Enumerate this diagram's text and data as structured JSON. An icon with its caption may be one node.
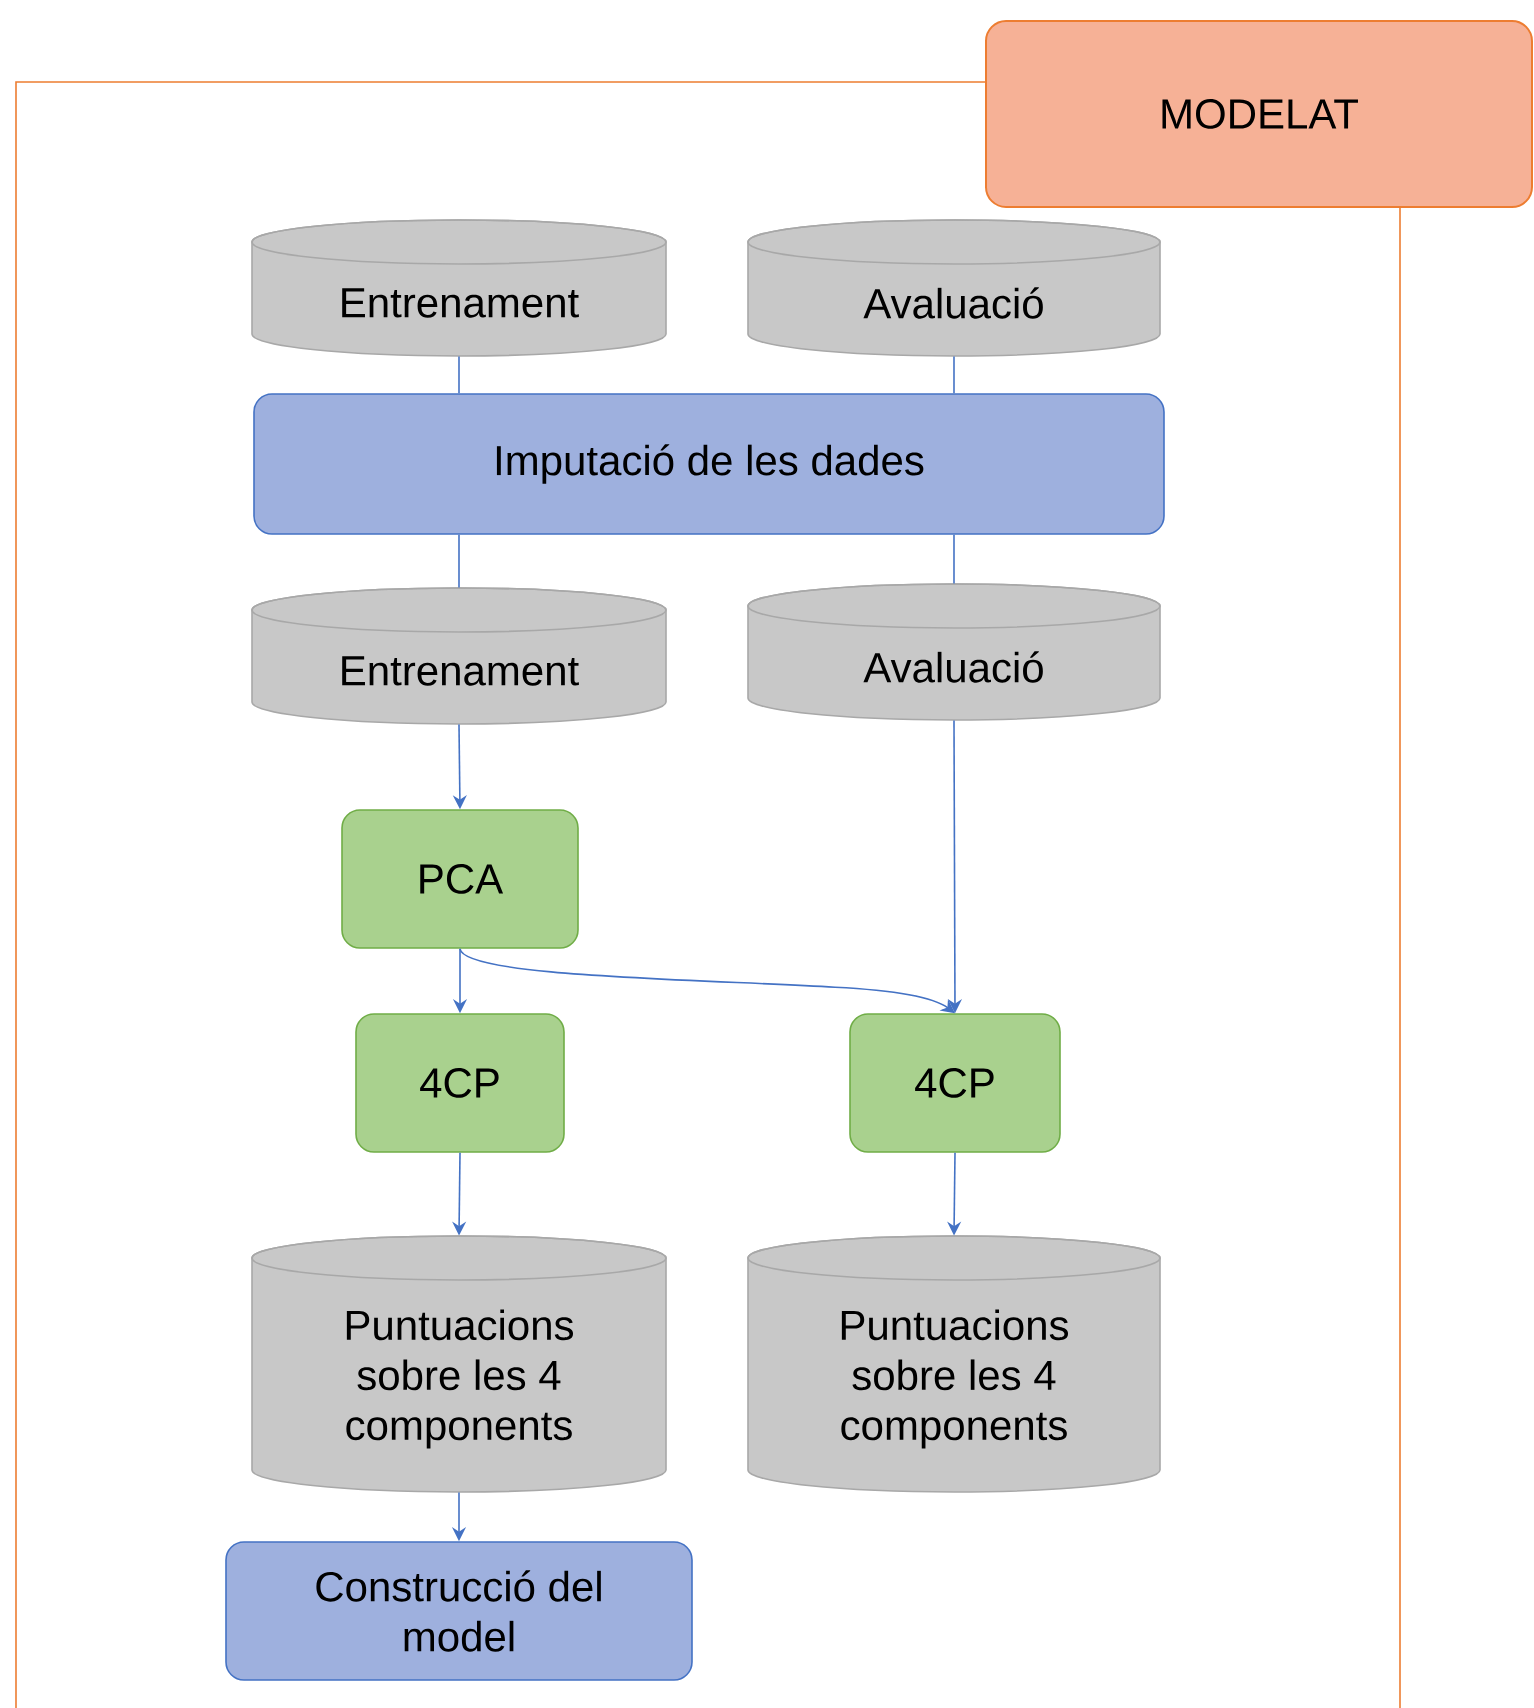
{
  "diagram": {
    "nodes": [
      {
        "text": [
          "MODELAT"
        ]
      },
      {
        "text": [
          "Entrenament"
        ],
        "in": 0
      },
      {
        "text": [
          "Avaluació"
        ],
        "in": 0
      },
      {
        "text": [
          "Imputació de les dades"
        ],
        "in": 0
      },
      {
        "text": [
          "Entrenament"
        ],
        "in": 0
      },
      {
        "text": [
          "Avaluació"
        ],
        "in": 0
      },
      {
        "text": [
          "PCA"
        ],
        "in": 0
      },
      {
        "text": [
          "4CP"
        ],
        "in": 0
      },
      {
        "text": [
          "4CP"
        ],
        "in": 0
      },
      {
        "text": [
          "Puntuacions sobre les 4 components"
        ],
        "in": 0
      },
      {
        "text": [
          "Puntuacions sobre les 4 components"
        ],
        "in": 0
      },
      {
        "text": [
          "Construcció del model"
        ],
        "in": 0
      }
    ],
    "edges": [
      {
        "from": 1,
        "to": 3,
        "arrow": "none"
      },
      {
        "from": 2,
        "to": 3,
        "arrow": "none"
      },
      {
        "from": 3,
        "to": 4,
        "arrow": "none"
      },
      {
        "from": 3,
        "to": 5,
        "arrow": "none"
      },
      {
        "from": 4,
        "to": 6,
        "arrow": "to"
      },
      {
        "from": 6,
        "to": 7,
        "arrow": "to"
      },
      {
        "from": 6,
        "to": 8,
        "arrow": "to"
      },
      {
        "from": 5,
        "to": 8,
        "arrow": "to"
      },
      {
        "from": 7,
        "to": 9,
        "arrow": "to"
      },
      {
        "from": 8,
        "to": 10,
        "arrow": "to"
      },
      {
        "from": 9,
        "to": 11,
        "arrow": "to"
      }
    ]
  }
}
